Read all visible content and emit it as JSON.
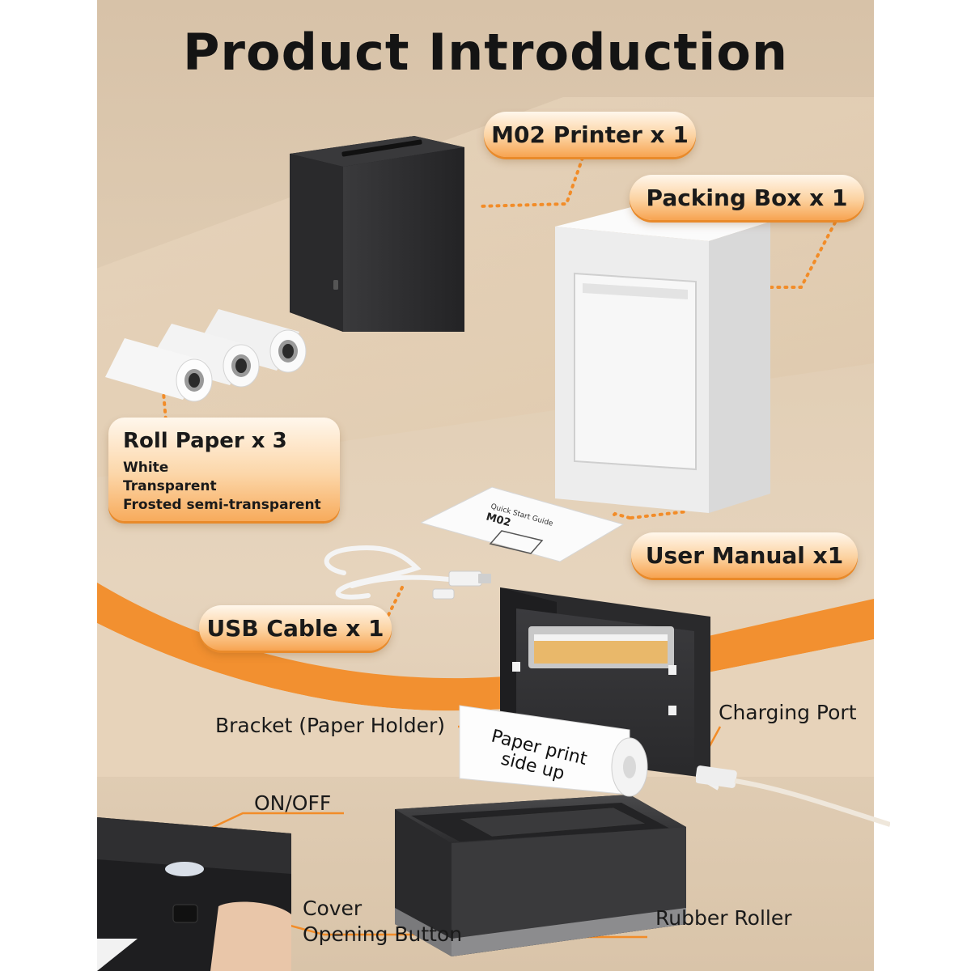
{
  "title": "Product Introduction",
  "items": {
    "printer": "M02 Printer x 1",
    "packing_box": "Packing Box x 1",
    "roll_paper": {
      "label": "Roll Paper x 3",
      "types": [
        "White",
        "Transparent",
        "Frosted semi-transparent"
      ]
    },
    "user_manual": "User Manual x1",
    "usb_cable": "USB Cable x 1"
  },
  "parts": {
    "bracket": "Bracket (Paper Holder)",
    "charging_port": "Charging Port",
    "on_off": "ON/OFF",
    "cover_button_line1": "Cover",
    "cover_button_line2": "Opening Button",
    "rubber_roller": "Rubber Roller"
  },
  "paper_text": [
    "Paper print",
    "side up"
  ],
  "manual_cover": {
    "subtitle": "Quick Start Guide",
    "model": "M02"
  },
  "colors": {
    "accent": "#f28c28",
    "callout_light": "#fff7ec",
    "callout_mid": "#fcd2a0",
    "printer_body": "#2b2b2d",
    "background": "#e2cfb6"
  }
}
